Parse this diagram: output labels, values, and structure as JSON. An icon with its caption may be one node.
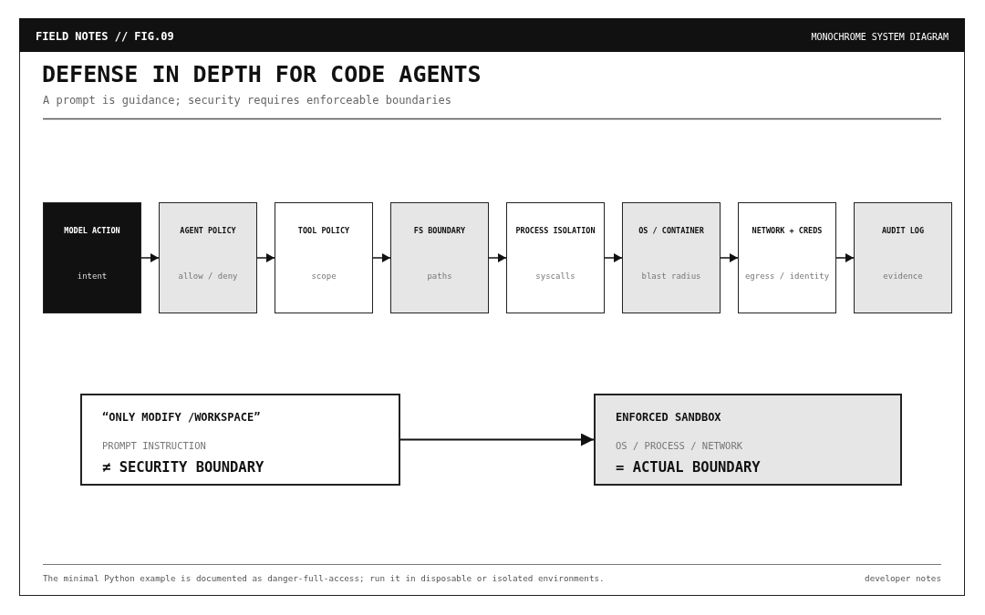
{
  "diagram": {
    "title": "DEFENSE IN DEPTH FOR CODE AGENTS",
    "nodes": [
      {
        "text": [
          "MODEL ACTION",
          "intent"
        ]
      },
      {
        "text": [
          "AGENT POLICY",
          "allow / deny"
        ]
      },
      {
        "text": [
          "TOOL POLICY",
          "scope"
        ]
      },
      {
        "text": [
          "FS BOUNDARY",
          "paths"
        ]
      },
      {
        "text": [
          "PROCESS ISOLATION",
          "syscalls"
        ]
      },
      {
        "text": [
          "OS / CONTAINER",
          "blast radius"
        ]
      },
      {
        "text": [
          "NETWORK + CREDS",
          "egress / identity"
        ]
      },
      {
        "text": [
          "AUDIT LOG",
          "evidence"
        ]
      },
      {
        "text": [
          "“ONLY MODIFY /WORKSPACE”",
          "PROMPT INSTRUCTION",
          "≠ SECURITY BOUNDARY"
        ]
      },
      {
        "text": [
          "ENFORCED SANDBOX",
          "OS / PROCESS / NETWORK",
          "= ACTUAL BOUNDARY"
        ]
      }
    ],
    "edges": [
      {
        "from": 0,
        "to": 1,
        "arrow": "to"
      },
      {
        "from": 1,
        "to": 2,
        "arrow": "to"
      },
      {
        "from": 2,
        "to": 3,
        "arrow": "to"
      },
      {
        "from": 3,
        "to": 4,
        "arrow": "to"
      },
      {
        "from": 4,
        "to": 5,
        "arrow": "to"
      },
      {
        "from": 5,
        "to": 6,
        "arrow": "to"
      },
      {
        "from": 6,
        "to": 7,
        "arrow": "to"
      },
      {
        "from": 8,
        "to": 9,
        "arrow": "to"
      }
    ],
    "labels": [
      "FIELD NOTES // FIG.09",
      "MONOCHROME SYSTEM DIAGRAM",
      "A prompt is guidance; security requires enforceable boundaries",
      "The minimal Python example is documented as danger-full-access; run it in disposable or isolated environments.",
      "developer notes"
    ]
  }
}
